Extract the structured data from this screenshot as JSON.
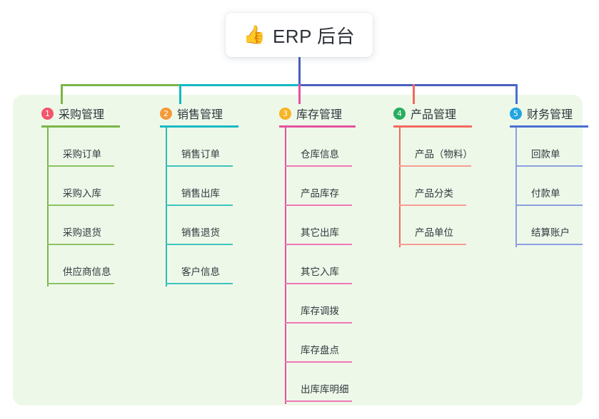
{
  "diagram": {
    "title": {
      "icon": "thumbs-up-icon",
      "emoji": "👍",
      "text": "ERP 后台"
    },
    "panel_color": "#eef8e9",
    "columns": [
      {
        "number": "1",
        "title": "采购管理",
        "badge_color": "#f2556c",
        "line_color": "#7ab648",
        "stem_color": "#7ab648",
        "items": [
          "采购订单",
          "采购入库",
          "采购退货",
          "供应商信息"
        ]
      },
      {
        "number": "2",
        "title": "销售管理",
        "badge_color": "#f59a38",
        "line_color": "#13b9c4",
        "stem_color": "#13b9c4",
        "items": [
          "销售订单",
          "销售出库",
          "销售退货",
          "客户信息"
        ]
      },
      {
        "number": "3",
        "title": "库存管理",
        "badge_color": "#f7b425",
        "line_color": "#e5529f",
        "stem_color": "#e5529f",
        "items": [
          "仓库信息",
          "产品库存",
          "其它出库",
          "其它入库",
          "库存调拨",
          "库存盘点",
          "出库库明细"
        ]
      },
      {
        "number": "4",
        "title": "产品管理",
        "badge_color": "#27ad5f",
        "line_color": "#f3695e",
        "stem_color": "#f3695e",
        "items": [
          "产品（物料）",
          "产品分类",
          "产品单位"
        ]
      },
      {
        "number": "5",
        "title": "财务管理",
        "badge_color": "#21a5e0",
        "line_color": "#4a6fd4",
        "stem_color": "#4a6fd4",
        "items": [
          "回款单",
          "付款单",
          "结算账户"
        ]
      }
    ],
    "connectors": {
      "root_stem_color": "#4a5fc1",
      "bus_segments": [
        {
          "name": "bus-col1-to-col2",
          "color": "#7ab648"
        },
        {
          "name": "bus-col2-to-center",
          "color": "#13b9c4"
        },
        {
          "name": "bus-center-to-col5",
          "color": "#4a5fc1"
        }
      ]
    }
  }
}
